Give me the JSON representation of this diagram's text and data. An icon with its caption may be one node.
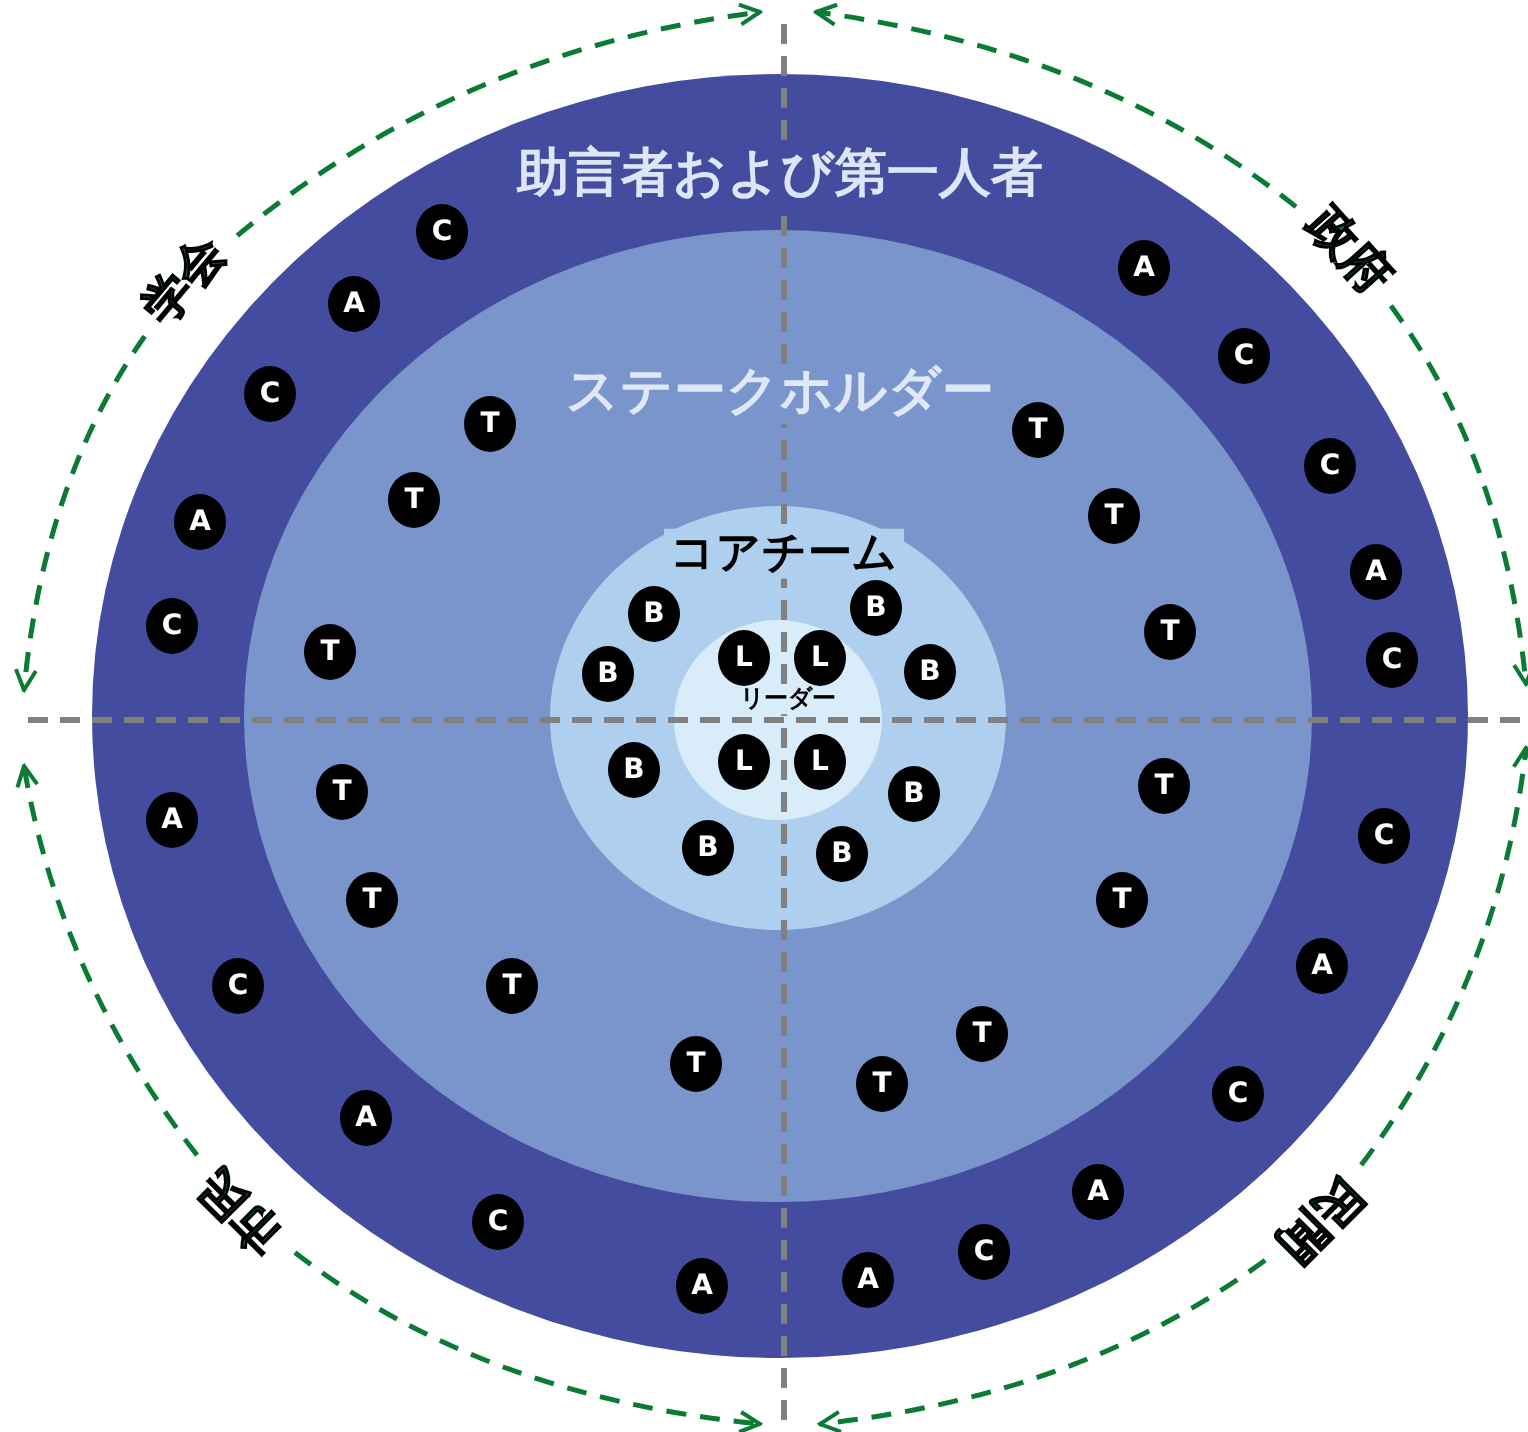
{
  "diagram": {
    "nodes": [
      {
        "text": [
          "助言者および第一人者"
        ]
      },
      {
        "text": [
          "ステークホルダー"
        ],
        "in": 0
      },
      {
        "text": [
          "コアチーム"
        ],
        "in": 1
      },
      {
        "text": [
          "リーダー"
        ],
        "in": 2
      },
      {
        "text": [
          "C"
        ],
        "in": 0
      },
      {
        "text": [
          "A"
        ],
        "in": 0
      },
      {
        "text": [
          "C"
        ],
        "in": 0
      },
      {
        "text": [
          "A"
        ],
        "in": 0
      },
      {
        "text": [
          "C"
        ],
        "in": 0
      },
      {
        "text": [
          "A"
        ],
        "in": 0
      },
      {
        "text": [
          "C"
        ],
        "in": 0
      },
      {
        "text": [
          "C"
        ],
        "in": 0
      },
      {
        "text": [
          "A"
        ],
        "in": 0
      },
      {
        "text": [
          "C"
        ],
        "in": 0
      },
      {
        "text": [
          "A"
        ],
        "in": 0
      },
      {
        "text": [
          "C"
        ],
        "in": 0
      },
      {
        "text": [
          "A"
        ],
        "in": 0
      },
      {
        "text": [
          "C"
        ],
        "in": 0
      },
      {
        "text": [
          "A"
        ],
        "in": 0
      },
      {
        "text": [
          "A"
        ],
        "in": 0
      },
      {
        "text": [
          "C"
        ],
        "in": 0
      },
      {
        "text": [
          "A"
        ],
        "in": 0
      },
      {
        "text": [
          "C"
        ],
        "in": 0
      },
      {
        "text": [
          "A"
        ],
        "in": 0
      },
      {
        "text": [
          "C"
        ],
        "in": 0
      },
      {
        "text": [
          "T"
        ],
        "in": 1
      },
      {
        "text": [
          "T"
        ],
        "in": 1
      },
      {
        "text": [
          "T"
        ],
        "in": 1
      },
      {
        "text": [
          "T"
        ],
        "in": 1
      },
      {
        "text": [
          "T"
        ],
        "in": 1
      },
      {
        "text": [
          "T"
        ],
        "in": 1
      },
      {
        "text": [
          "T"
        ],
        "in": 1
      },
      {
        "text": [
          "T"
        ],
        "in": 1
      },
      {
        "text": [
          "T"
        ],
        "in": 1
      },
      {
        "text": [
          "T"
        ],
        "in": 1
      },
      {
        "text": [
          "T"
        ],
        "in": 1
      },
      {
        "text": [
          "T"
        ],
        "in": 1
      },
      {
        "text": [
          "T"
        ],
        "in": 1
      },
      {
        "text": [
          "T"
        ],
        "in": 1
      },
      {
        "text": [
          "B"
        ],
        "in": 2
      },
      {
        "text": [
          "B"
        ],
        "in": 2
      },
      {
        "text": [
          "B"
        ],
        "in": 2
      },
      {
        "text": [
          "B"
        ],
        "in": 2
      },
      {
        "text": [
          "B"
        ],
        "in": 2
      },
      {
        "text": [
          "B"
        ],
        "in": 2
      },
      {
        "text": [
          "B"
        ],
        "in": 2
      },
      {
        "text": [
          "B"
        ],
        "in": 2
      },
      {
        "text": [
          "L"
        ],
        "in": 3
      },
      {
        "text": [
          "L"
        ],
        "in": 3
      },
      {
        "text": [
          "L"
        ],
        "in": 3
      },
      {
        "text": [
          "L"
        ],
        "in": 3
      },
      {
        "text": [
          "学会"
        ]
      },
      {
        "text": [
          "政府"
        ]
      },
      {
        "text": [
          "市民"
        ]
      },
      {
        "text": [
          "民間"
        ]
      }
    ],
    "edges": [
      {
        "from": 51,
        "to": null,
        "arrow": "to",
        "style": "dashed"
      },
      {
        "from": 51,
        "to": null,
        "arrow": "to",
        "style": "dashed"
      },
      {
        "from": 52,
        "to": null,
        "arrow": "to",
        "style": "dashed"
      },
      {
        "from": 52,
        "to": null,
        "arrow": "to",
        "style": "dashed"
      },
      {
        "from": 54,
        "to": null,
        "arrow": "to",
        "style": "dashed"
      },
      {
        "from": 54,
        "to": null,
        "arrow": "to",
        "style": "dashed"
      },
      {
        "from": 53,
        "to": null,
        "arrow": "to",
        "style": "dashed"
      },
      {
        "from": 53,
        "to": null,
        "arrow": "to",
        "style": "dashed"
      }
    ]
  }
}
